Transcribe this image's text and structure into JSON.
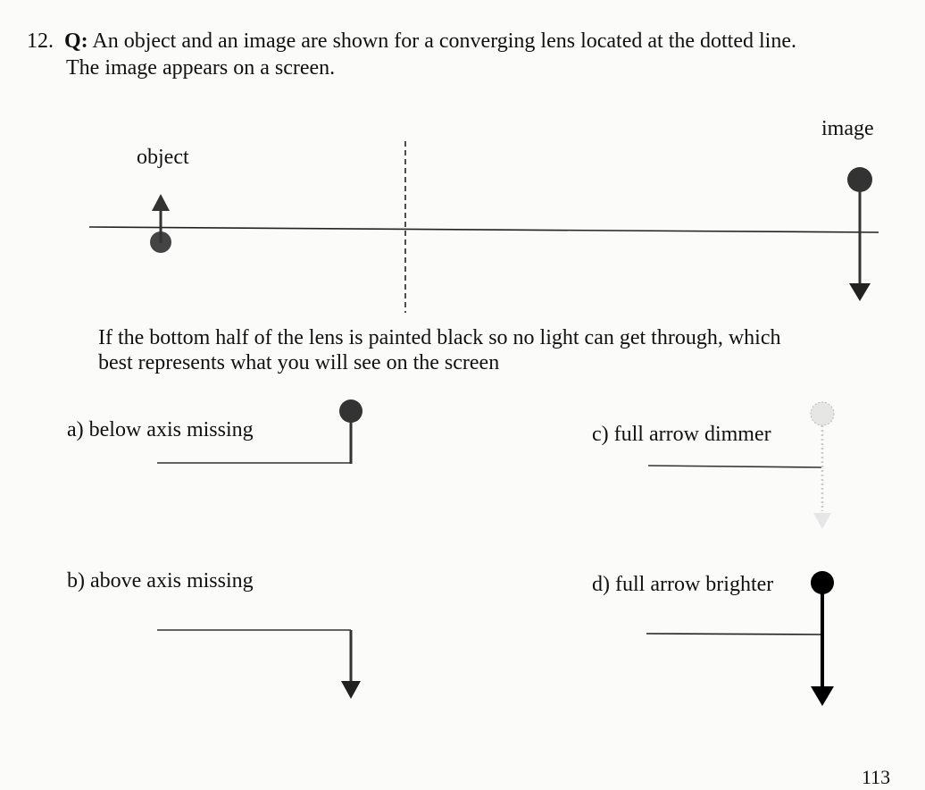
{
  "question": {
    "number": "12.",
    "prefix": "Q:",
    "line1": "An object and an image are shown for a converging lens located at the dotted line.",
    "line2": "The image appears on a screen."
  },
  "diagram": {
    "object_label": "object",
    "image_label": "image"
  },
  "prompt": {
    "line1": "If the bottom half of the lens is painted black so no light can get through, which",
    "line2": "best represents what you will see on the screen"
  },
  "options": {
    "a": "a) below axis missing",
    "b": "b) above axis missing",
    "c": "c) full arrow dimmer",
    "d": "d) full arrow brighter"
  },
  "page_number": "113"
}
